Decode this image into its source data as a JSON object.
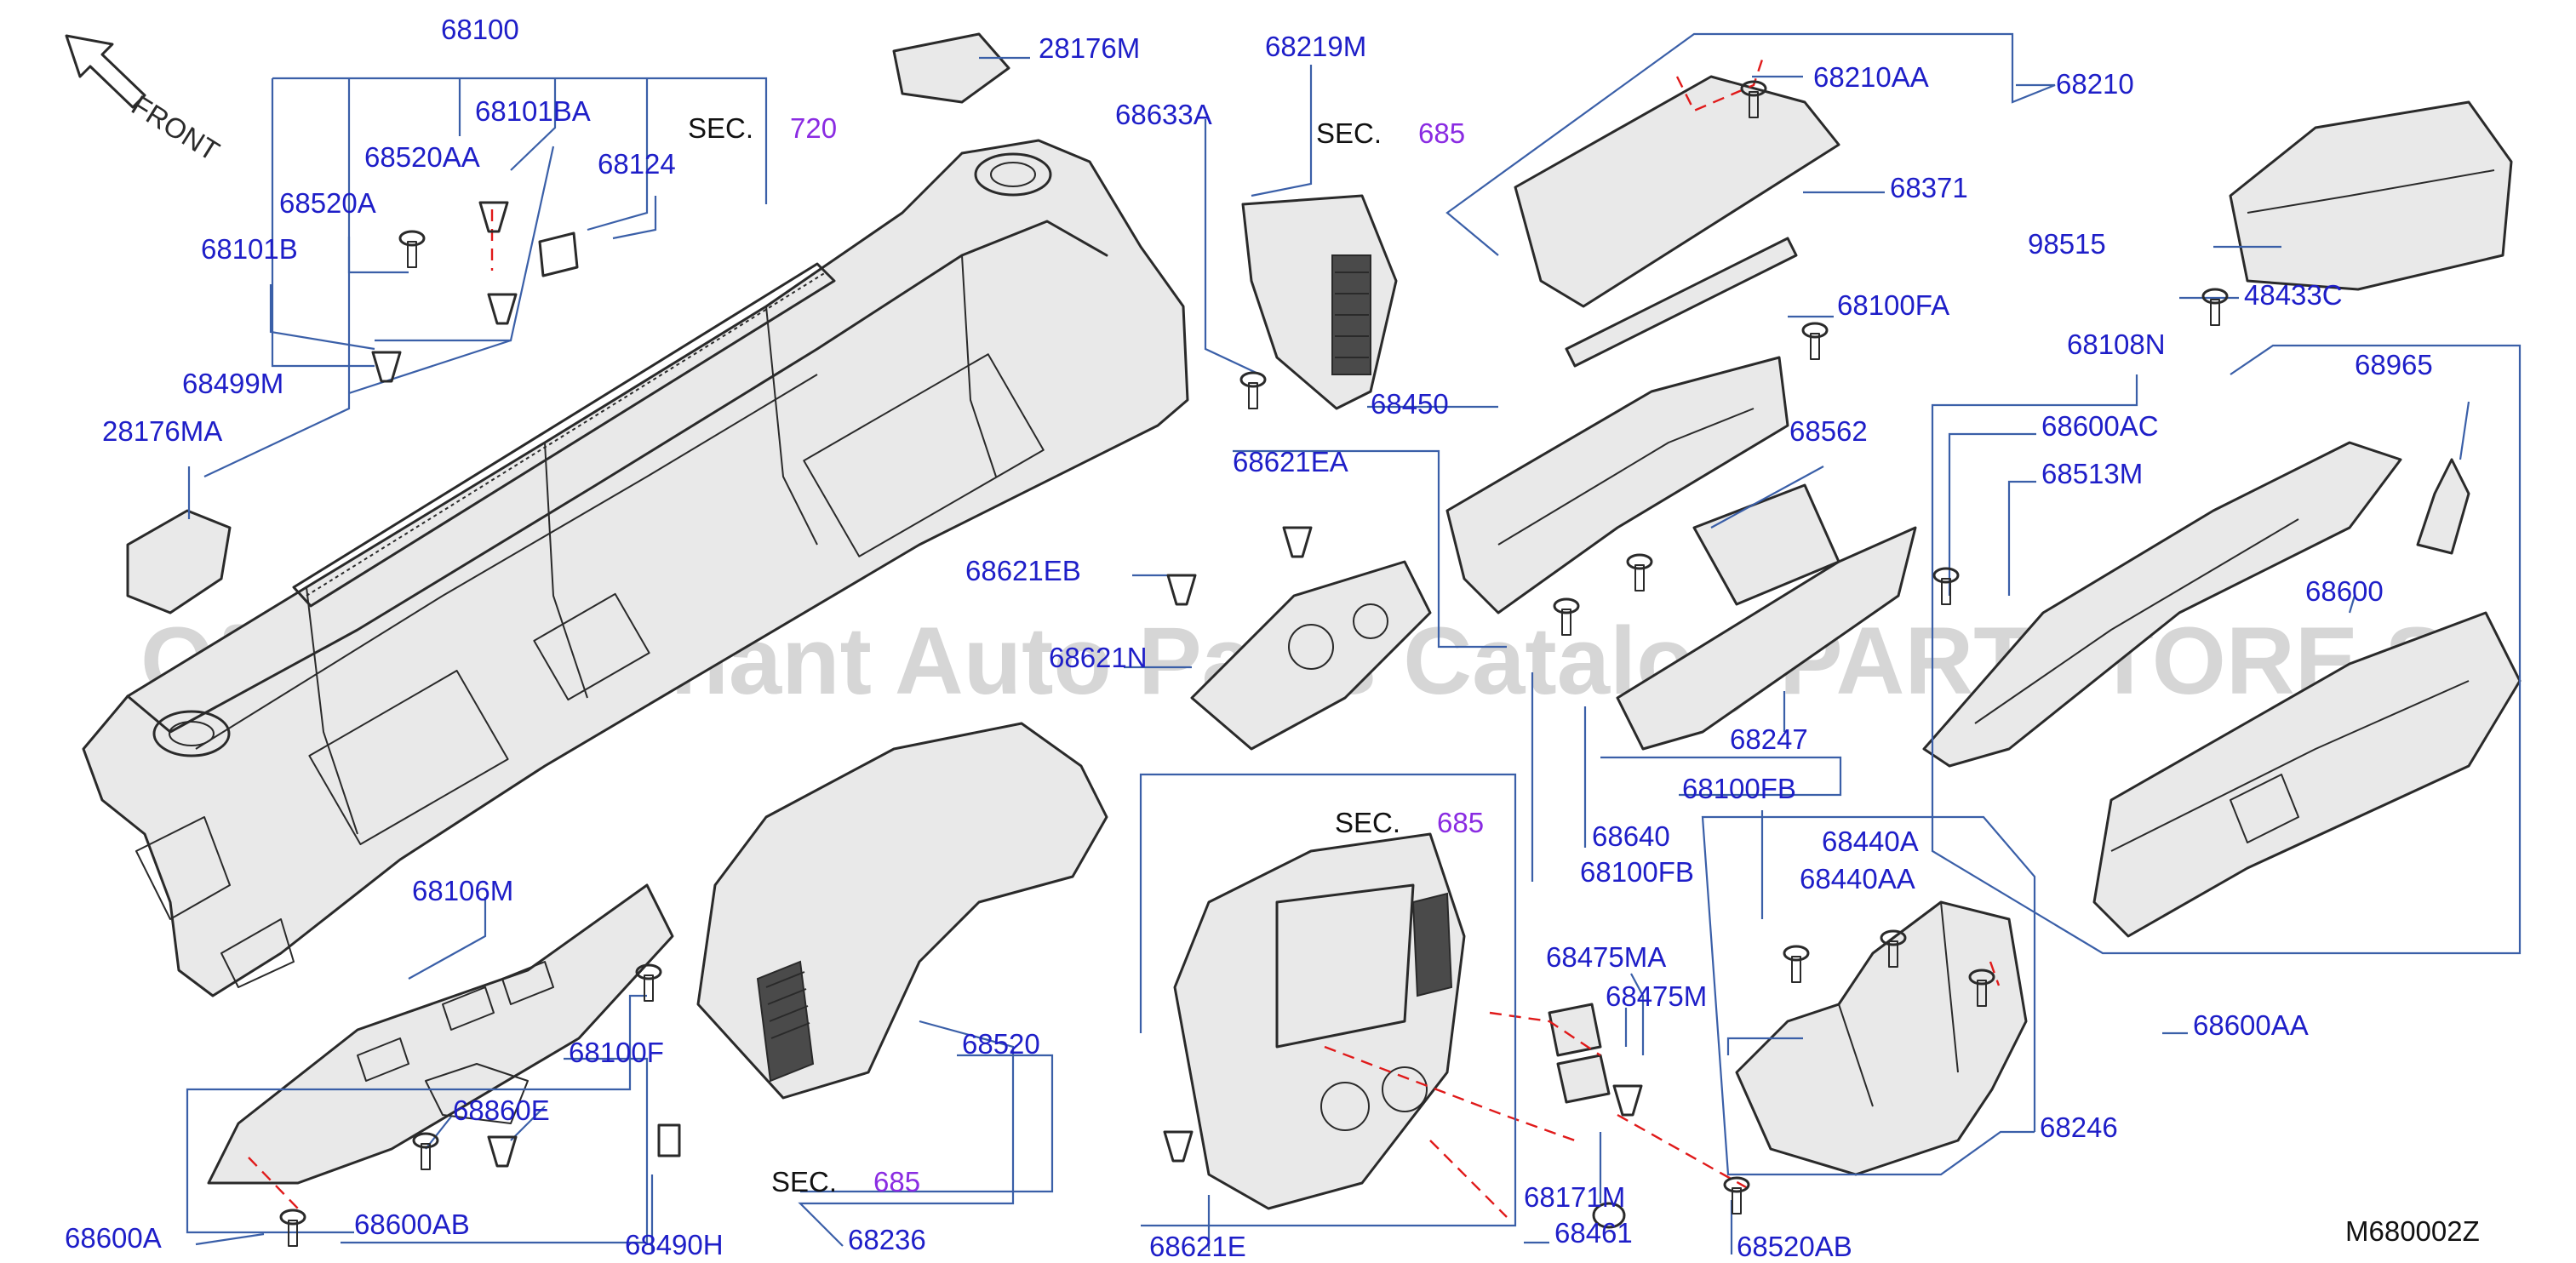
{
  "diagram_code": "M680002Z",
  "watermark": "Offers Merchant Auto Parts Catalog PARTSTORE.SA",
  "front_label": "FRONT",
  "colors": {
    "part_number": "#1e1ec8",
    "sec_number": "#8a2be2",
    "leader": "#3a5fa8",
    "dashed": "#e01a1a",
    "line_art": "#2a2a2a",
    "watermark": "#d6d6d6"
  },
  "sec_refs": [
    {
      "prefix": "SEC.",
      "number": "720"
    },
    {
      "prefix": "SEC.",
      "number": "685"
    },
    {
      "prefix": "SEC.",
      "number": "685"
    },
    {
      "prefix": "SEC.",
      "number": "685"
    }
  ],
  "labels": [
    "68100",
    "68101BA",
    "68520AA",
    "68124",
    "68520A",
    "68101B",
    "68499M",
    "28176MA",
    "28176M",
    "68219M",
    "68633A",
    "68450",
    "68621EA",
    "68621EB",
    "68621N",
    "68210AA",
    "68210",
    "68371",
    "98515",
    "48433C",
    "68100FA",
    "68108N",
    "68965",
    "68600AC",
    "68513M",
    "68562",
    "68600",
    "68247",
    "68100FB",
    "68640",
    "68100FB",
    "68440A",
    "68440AA",
    "68246",
    "68600AA",
    "68475MA",
    "68475M",
    "68171M",
    "68461",
    "68520AB",
    "68520",
    "68621E",
    "68106M",
    "68100F",
    "68860E",
    "68600AB",
    "68600A",
    "68490H",
    "68236"
  ]
}
